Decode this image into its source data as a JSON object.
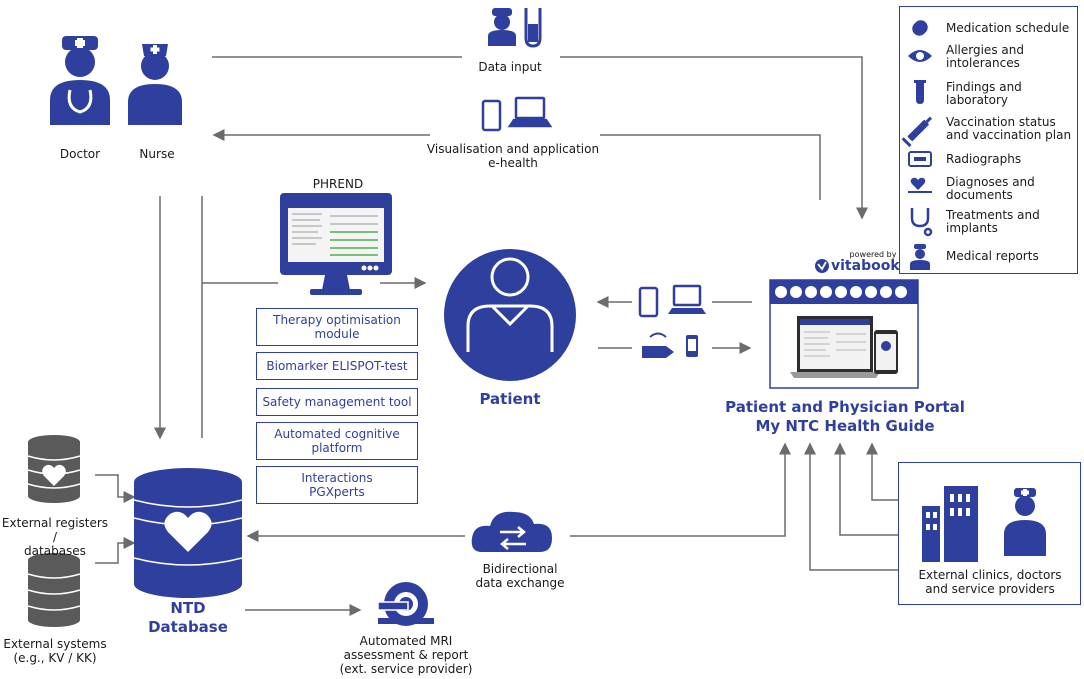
{
  "colors": {
    "primary": "#2f3f9e",
    "arrow": "#6b6b6b",
    "db_dark": "#5a5a5a"
  },
  "actors": {
    "doctor": "Doctor",
    "nurse": "Nurse"
  },
  "flows": {
    "data_input": "Data input",
    "visualisation_line1": "Visualisation and application",
    "visualisation_line2": "e-health",
    "bidirectional_line1": "Bidirectional",
    "bidirectional_line2": "data exchange"
  },
  "phrend": {
    "title": "PHREND"
  },
  "modules": [
    {
      "line1": "Therapy optimisation",
      "line2": "module"
    },
    {
      "line1": "Biomarker ELISPOT-test",
      "line2": ""
    },
    {
      "line1": "Safety management tool",
      "line2": ""
    },
    {
      "line1": "Automated cognitive",
      "line2": "platform"
    },
    {
      "line1": "Interactions",
      "line2": "PGXperts"
    }
  ],
  "patient": {
    "label": "Patient"
  },
  "portal": {
    "powered_by": "powered by",
    "brand": "vitabook",
    "title_line1": "Patient and Physician Portal",
    "title_line2": "My NTC Health Guide"
  },
  "legend": [
    {
      "icon": "pill-icon",
      "line1": "Medication schedule",
      "line2": ""
    },
    {
      "icon": "eye-icon",
      "line1": "Allergies and",
      "line2": "intolerances"
    },
    {
      "icon": "test-tube-icon",
      "line1": "Findings and",
      "line2": "laboratory"
    },
    {
      "icon": "syringe-icon",
      "line1": "Vaccination status",
      "line2": "and vaccination plan"
    },
    {
      "icon": "radiograph-icon",
      "line1": "Radiographs",
      "line2": ""
    },
    {
      "icon": "heart-document-icon",
      "line1": "Diagnoses and",
      "line2": "documents"
    },
    {
      "icon": "stethoscope-icon",
      "line1": "Treatments and",
      "line2": "implants"
    },
    {
      "icon": "doctor-icon",
      "line1": "Medical reports",
      "line2": ""
    }
  ],
  "external": {
    "registers_line1": "External registers /",
    "registers_line2": "databases",
    "systems_line1": "External systems",
    "systems_line2": "(e.g., KV / KK)",
    "clinics_line1": "External clinics, doctors",
    "clinics_line2": "and service providers"
  },
  "ntd": {
    "line1": "NTD",
    "line2": "Database"
  },
  "mri": {
    "line1": "Automated MRI",
    "line2": "assessment & report",
    "line3": "(ext. service provider)"
  }
}
